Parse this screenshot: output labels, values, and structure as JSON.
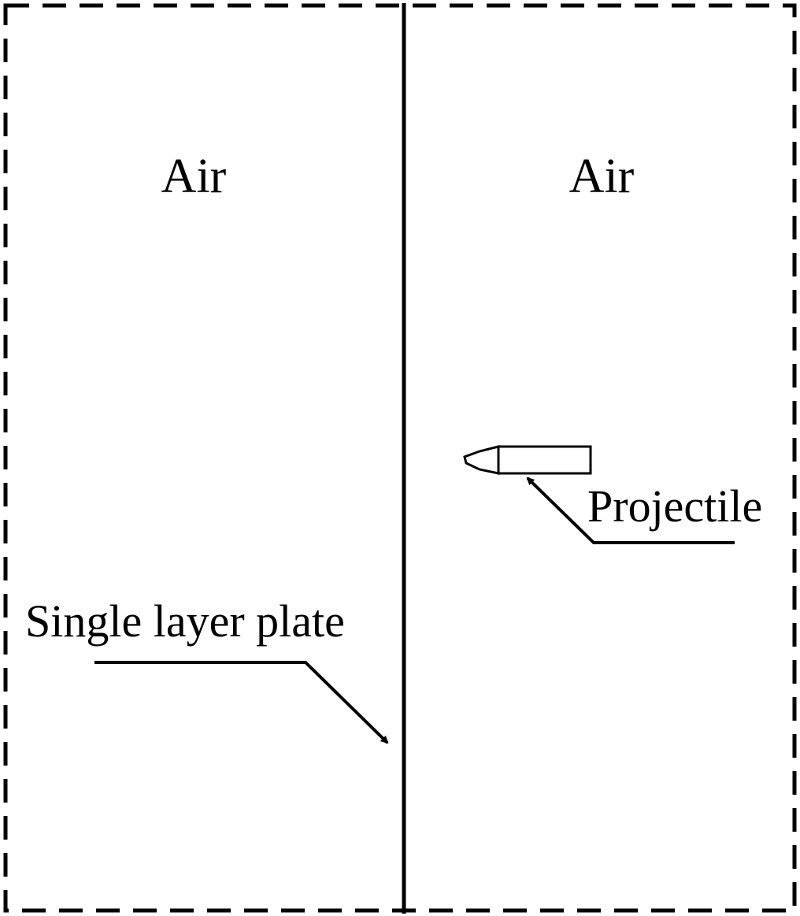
{
  "diagram": {
    "regions": {
      "left_label": "Air",
      "right_label": "Air"
    },
    "annotations": {
      "projectile": "Projectile",
      "plate": "Single layer plate"
    },
    "colors": {
      "stroke": "#000000",
      "background": "#ffffff"
    }
  }
}
